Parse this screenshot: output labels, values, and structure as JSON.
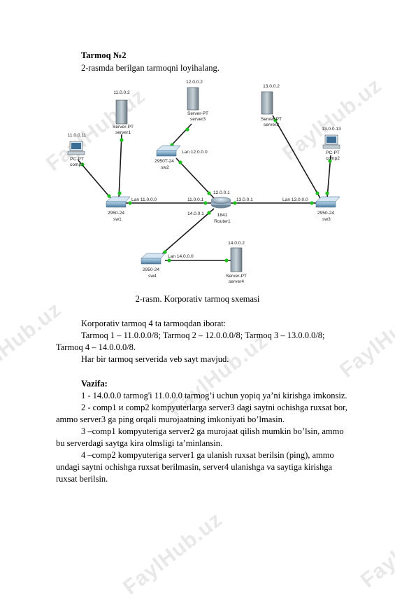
{
  "watermark": "FaylHub.uz",
  "heading": "Tarmoq №2",
  "intro": "2-rasmda berilgan tarmoqni loyihalang.",
  "diagram": {
    "caption": "2-rasm. Korporativ tarmoq sxemasi",
    "nodes": {
      "server1": {
        "ip": "11.0.0.2",
        "type": "Server-PT",
        "name": "server1"
      },
      "server3": {
        "ip": "12.0.0.2",
        "type": "Server-PT",
        "name": "server3"
      },
      "server2": {
        "ip": "13.0.0.2",
        "type": "Server-PT",
        "name": "server2"
      },
      "server4": {
        "ip": "14.0.0.2",
        "type": "Server-PT",
        "name": "server4"
      },
      "comp1": {
        "ip": "11.0.0.11",
        "type": "PC-PT",
        "name": "comp1"
      },
      "comp2": {
        "ip": "13.0.0.13",
        "type": "PC-PT",
        "name": "comp2"
      },
      "sw1": {
        "model": "2950-24",
        "name": "sw1",
        "lan": "Lan 11.0.0.0"
      },
      "sw2": {
        "model": "2950T-24",
        "name": "sw2",
        "lan": "Lan 12.0.0.0"
      },
      "sw3": {
        "model": "2950-24",
        "name": "sw3",
        "lan": "Lan 13.0.0.0"
      },
      "sw4": {
        "model": "2950-24",
        "name": "sw4",
        "lan": "Lan 14.0.0.0"
      },
      "router": {
        "model": "1841",
        "name": "Router1",
        "if11": "11.0.0.1",
        "if12": "12.0.0.1",
        "if13": "13.0.0.1",
        "if14": "14.0.0.1"
      }
    }
  },
  "body": {
    "p1": "Korporativ tarmoq 4 ta tarmoqdan iborat:",
    "p2a": "Tarmoq  1  –  11.0.0.0/8;  Tarmoq  2  –  12.0.0.0/8;  Tarmoq  3  –  13.0.0.0/8;",
    "p2b": "Tarmoq 4 – 14.0.0.0/8.",
    "p3": "Har bir tarmoq serverida veb sayt mavjud.",
    "task_heading": "Vazifa:",
    "t1": "1 - 14.0.0.0 tarmog'i 11.0.0.0 tarmog’i uchun yopiq ya’ni kirishga imkonsiz.",
    "t2a": "2 - comp1 и comp2 kompyuterlarga  server3 dagi saytni ochishga ruxsat bor,",
    "t2b": "ammo server3 ga  ping orqali murojaatning imkoniyati bo’lmasin.",
    "t3a": "3 –comp1 kompyuteriga  server2 ga murojaat qilish mumkin bo’lsin, ammo",
    "t3b": "bu serverdagi saytga kira olmsligi ta’minlansin.",
    "t4a": "4 –comp2 kompyuteriga server1 ga ulanish ruxsat  berilsin (ping), ammo",
    "t4b": "undagi saytni ochishga ruxsat berilmasin, server4 ulanishga va saytiga kirishga",
    "t4c": "ruxsat berilsin."
  }
}
